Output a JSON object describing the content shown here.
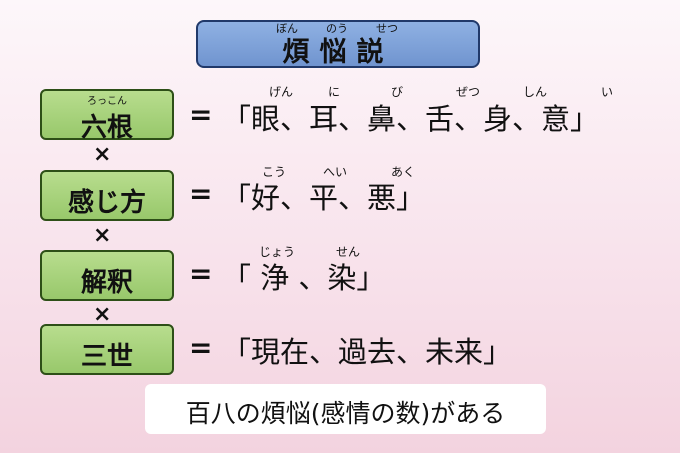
{
  "title": {
    "text": "煩悩説",
    "ruby": [
      "ぼん",
      "のう",
      "せつ"
    ]
  },
  "rows": [
    {
      "term": "六根",
      "term_ruby": "ろっこん",
      "equals": "=",
      "definition": "「眼、耳、鼻、舌、身、意」",
      "ruby": [
        "げん",
        "に",
        "び",
        "ぜつ",
        "しん",
        "い"
      ]
    },
    {
      "term": "感じ方",
      "equals": "=",
      "definition": "「好、平、悪」",
      "ruby": [
        "こう",
        "へい",
        "あく"
      ]
    },
    {
      "term": "解釈",
      "equals": "=",
      "definition": "「 浄 、染」",
      "ruby": [
        "じょう",
        "せん"
      ]
    },
    {
      "term": "三世",
      "equals": "=",
      "definition": "「現在、過去、未来」"
    }
  ],
  "multiply_symbol": "×",
  "footer": "百八の煩悩(感情の数)がある"
}
